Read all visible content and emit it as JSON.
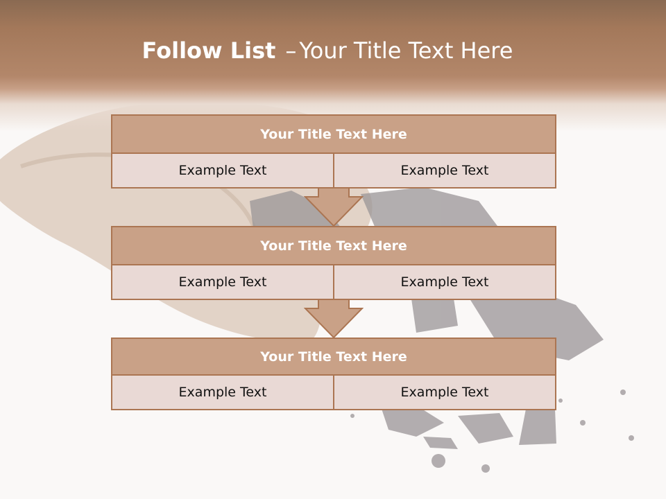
{
  "slide": {
    "title_bold": "Follow List",
    "title_dash": "–",
    "title_rest": "Your Title Text Here"
  },
  "blocks": [
    {
      "title": "Your Title Text Here",
      "left": "Example Text",
      "right": "Example Text"
    },
    {
      "title": "Your Title Text Here",
      "left": "Example Text",
      "right": "Example Text"
    },
    {
      "title": "Your Title Text Here",
      "left": "Example Text",
      "right": "Example Text"
    }
  ],
  "colors": {
    "header": "#a3785a",
    "block_title_fill": "#c9a187",
    "block_border": "#ab7552",
    "cell_fill": "#e9d9d5",
    "arrow_fill": "#c9a187"
  },
  "icons": [
    "down-arrow-icon"
  ]
}
